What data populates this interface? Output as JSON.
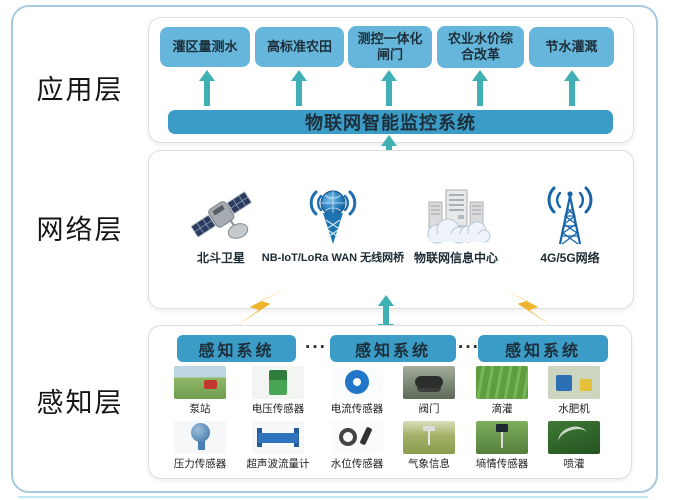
{
  "layers": {
    "application": "应用层",
    "network": "网络层",
    "perception": "感知层"
  },
  "application_layer": {
    "boxes": [
      {
        "label": "灌区量测水"
      },
      {
        "label": "高标准农田"
      },
      {
        "label": "测控一体化闸门"
      },
      {
        "label": "农业水价综合改革"
      },
      {
        "label": "节水灌溉"
      }
    ],
    "platform_bar": "物联网智能监控系统"
  },
  "network_layer": {
    "nodes": [
      {
        "label": "北斗卫星",
        "icon": "satellite-icon"
      },
      {
        "label": "NB-IoT/LoRa WAN 无线网桥",
        "icon": "wireless-bridge-icon"
      },
      {
        "label": "物联网信息中心",
        "icon": "server-cloud-icon"
      },
      {
        "label": "4G/5G网络",
        "icon": "antenna-tower-icon"
      }
    ]
  },
  "perception_layer": {
    "dots": "···",
    "groups": [
      {
        "box_label": "感知系统",
        "items": [
          {
            "label": "泵站"
          },
          {
            "label": "电压传感器"
          },
          {
            "label": "压力传感器"
          },
          {
            "label": "超声波流量计"
          }
        ]
      },
      {
        "box_label": "感知系统",
        "items": [
          {
            "label": "电流传感器"
          },
          {
            "label": "阀门"
          },
          {
            "label": "水位传感器"
          },
          {
            "label": "气象信息"
          }
        ]
      },
      {
        "box_label": "感知系统",
        "items": [
          {
            "label": "滴灌"
          },
          {
            "label": "水肥机"
          },
          {
            "label": "墒情传感器"
          },
          {
            "label": "喷灌"
          }
        ]
      }
    ]
  },
  "colors": {
    "light_box": "#66b5da",
    "dark_box": "#3b9cc7",
    "arrow_teal": "#3fb1b5",
    "lightning_gold": "#f0ad2a",
    "frame_blue": "#a6c9e0"
  }
}
